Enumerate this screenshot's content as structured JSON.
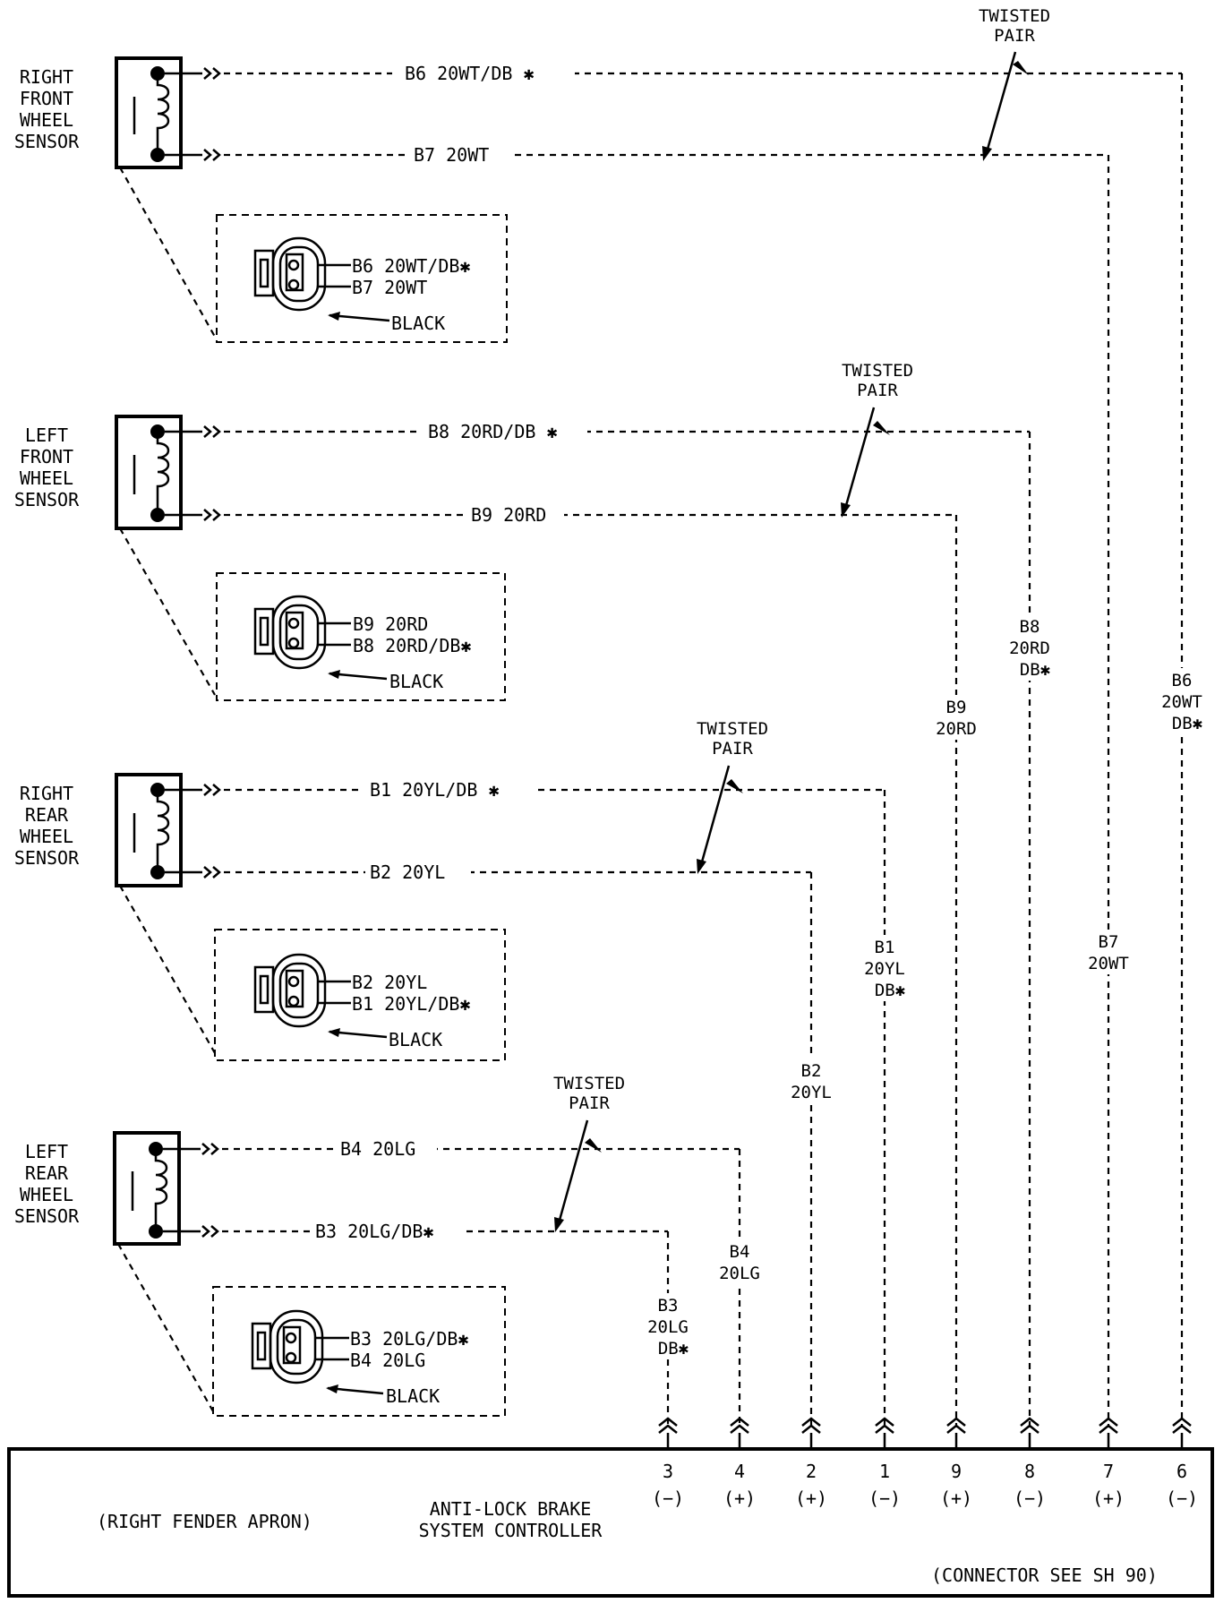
{
  "sensors": [
    {
      "name_lines": [
        "RIGHT",
        "FRONT",
        "WHEEL",
        "SENSOR"
      ],
      "top_wire": "B6 20WT/DB ✱",
      "bottom_wire": "B7 20WT",
      "connector_pins": [
        "B6 20WT/DB✱",
        "B7 20WT"
      ],
      "connector_color": "BLACK",
      "twisted_pair": [
        "TWISTED",
        "PAIR"
      ]
    },
    {
      "name_lines": [
        "LEFT",
        "FRONT",
        "WHEEL",
        "SENSOR"
      ],
      "top_wire": "B8 20RD/DB ✱",
      "bottom_wire": "B9 20RD",
      "connector_pins": [
        "B9 20RD",
        "B8 20RD/DB✱"
      ],
      "connector_color": "BLACK",
      "twisted_pair": [
        "TWISTED",
        "PAIR"
      ]
    },
    {
      "name_lines": [
        "RIGHT",
        "REAR",
        "WHEEL",
        "SENSOR"
      ],
      "top_wire": "B1 20YL/DB ✱",
      "bottom_wire": "B2 20YL",
      "connector_pins": [
        "B2 20YL",
        "B1 20YL/DB✱"
      ],
      "connector_color": "BLACK",
      "twisted_pair": [
        "TWISTED",
        "PAIR"
      ]
    },
    {
      "name_lines": [
        "LEFT",
        "REAR",
        "WHEEL",
        "SENSOR"
      ],
      "top_wire": "B4 20LG",
      "bottom_wire": "B3 20LG/DB✱",
      "connector_pins": [
        "B3 20LG/DB✱",
        "B4 20LG"
      ],
      "connector_color": "BLACK",
      "twisted_pair": [
        "TWISTED",
        "PAIR"
      ]
    }
  ],
  "vertical_labels": [
    [
      "B6",
      "20WT",
      "DB✱"
    ],
    [
      "B7",
      "20WT"
    ],
    [
      "B8",
      "20RD",
      "DB✱"
    ],
    [
      "B9",
      "20RD"
    ],
    [
      "B1",
      "20YL",
      "DB✱"
    ],
    [
      "B2",
      "20YL"
    ],
    [
      "B4",
      "20LG"
    ],
    [
      "B3",
      "20LG",
      "DB✱"
    ]
  ],
  "controller": {
    "location": "(RIGHT FENDER APRON)",
    "name_lines": [
      "ANTI-LOCK BRAKE",
      "SYSTEM CONTROLLER"
    ],
    "connector_note": "(CONNECTOR SEE SH 90)",
    "pins": [
      {
        "number": "3",
        "polarity": "(−)"
      },
      {
        "number": "4",
        "polarity": "(+)"
      },
      {
        "number": "2",
        "polarity": "(+)"
      },
      {
        "number": "1",
        "polarity": "(−)"
      },
      {
        "number": "9",
        "polarity": "(+)"
      },
      {
        "number": "8",
        "polarity": "(−)"
      },
      {
        "number": "7",
        "polarity": "(+)"
      },
      {
        "number": "6",
        "polarity": "(−)"
      }
    ]
  }
}
